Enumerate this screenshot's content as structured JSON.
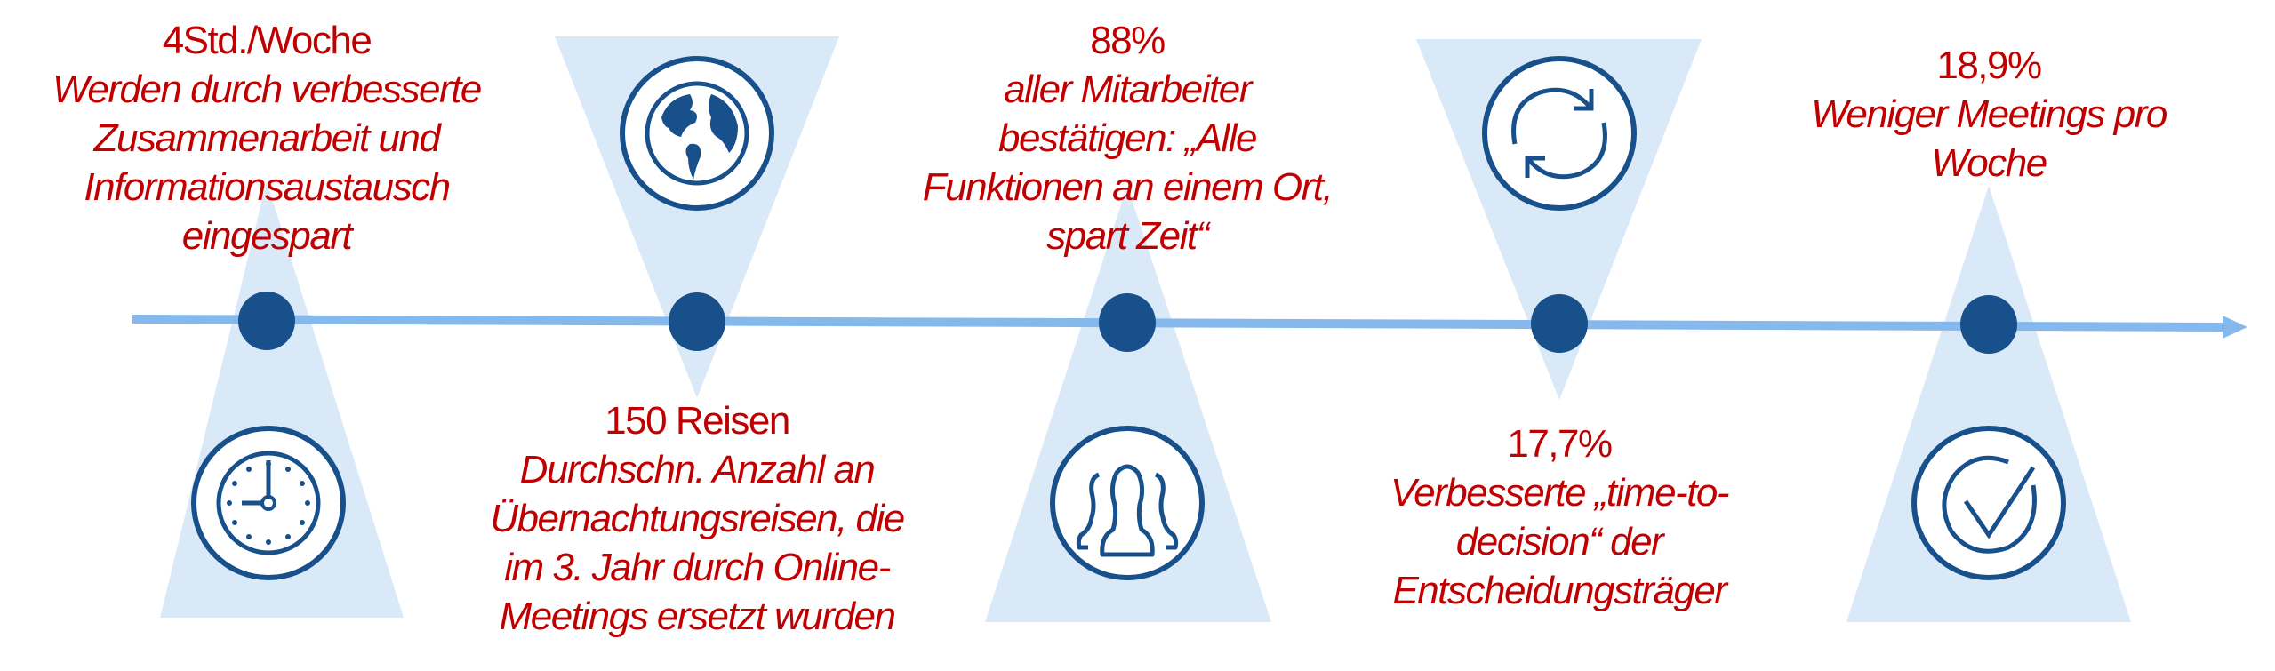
{
  "colors": {
    "text": "#C00000",
    "dark_blue": "#17508A",
    "line": "#85B8EC",
    "triangle": "#DAE9F8"
  },
  "items": [
    {
      "title": "4Std./Woche",
      "lines": [
        "Werden durch verbesserte",
        "Zusammenarbeit und",
        "Informationsaustausch",
        "eingespart"
      ],
      "icon": "clock-icon"
    },
    {
      "title": "150 Reisen",
      "lines": [
        "Durchschn. Anzahl an",
        "Übernachtungsreisen, die",
        "im 3. Jahr durch Online-",
        "Meetings ersetzt wurden"
      ],
      "icon": "globe-icon"
    },
    {
      "title": "88%",
      "lines": [
        "aller Mitarbeiter",
        "bestätigen: „Alle",
        "Funktionen an einem Ort,",
        "spart Zeit“"
      ],
      "icon": "people-icon"
    },
    {
      "title": "17,7%",
      "lines": [
        "Verbesserte „time-to-",
        "decision“ der",
        "Entscheidungsträger"
      ],
      "icon": "refresh-icon"
    },
    {
      "title": "18,9%",
      "lines": [
        "Weniger Meetings pro",
        "Woche"
      ],
      "icon": "checkmark-icon"
    }
  ]
}
